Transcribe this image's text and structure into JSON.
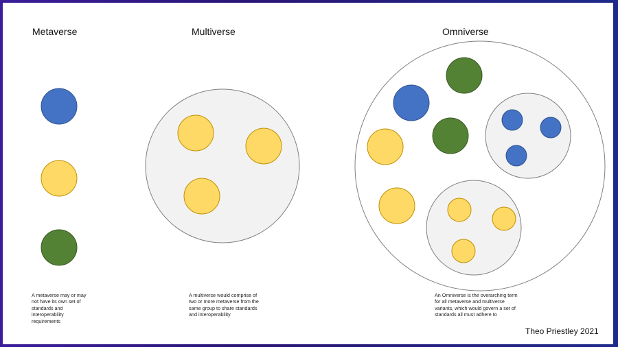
{
  "headings": {
    "metaverse": "Metaverse",
    "multiverse": "Multiverse",
    "omniverse": "Omniverse"
  },
  "descriptions": {
    "metaverse": "A metaverse may or may not have its own set of standards and interoperability requirements",
    "multiverse": "A multiverse would comprise of two or more metaverse from the same group to share standards and interoperability",
    "omniverse": "An Omniverse is the overarching term for all metaverse and multiverse variants, which would govern a set of standards all must adhere to"
  },
  "credit": "Theo Priestley 2021",
  "colors": {
    "blue": "#4472c4",
    "yellow": "#ffd966",
    "green": "#548235",
    "container_fill": "#f2f2f2",
    "container_stroke": "#7f7f7f",
    "frame": "#2a1576"
  }
}
